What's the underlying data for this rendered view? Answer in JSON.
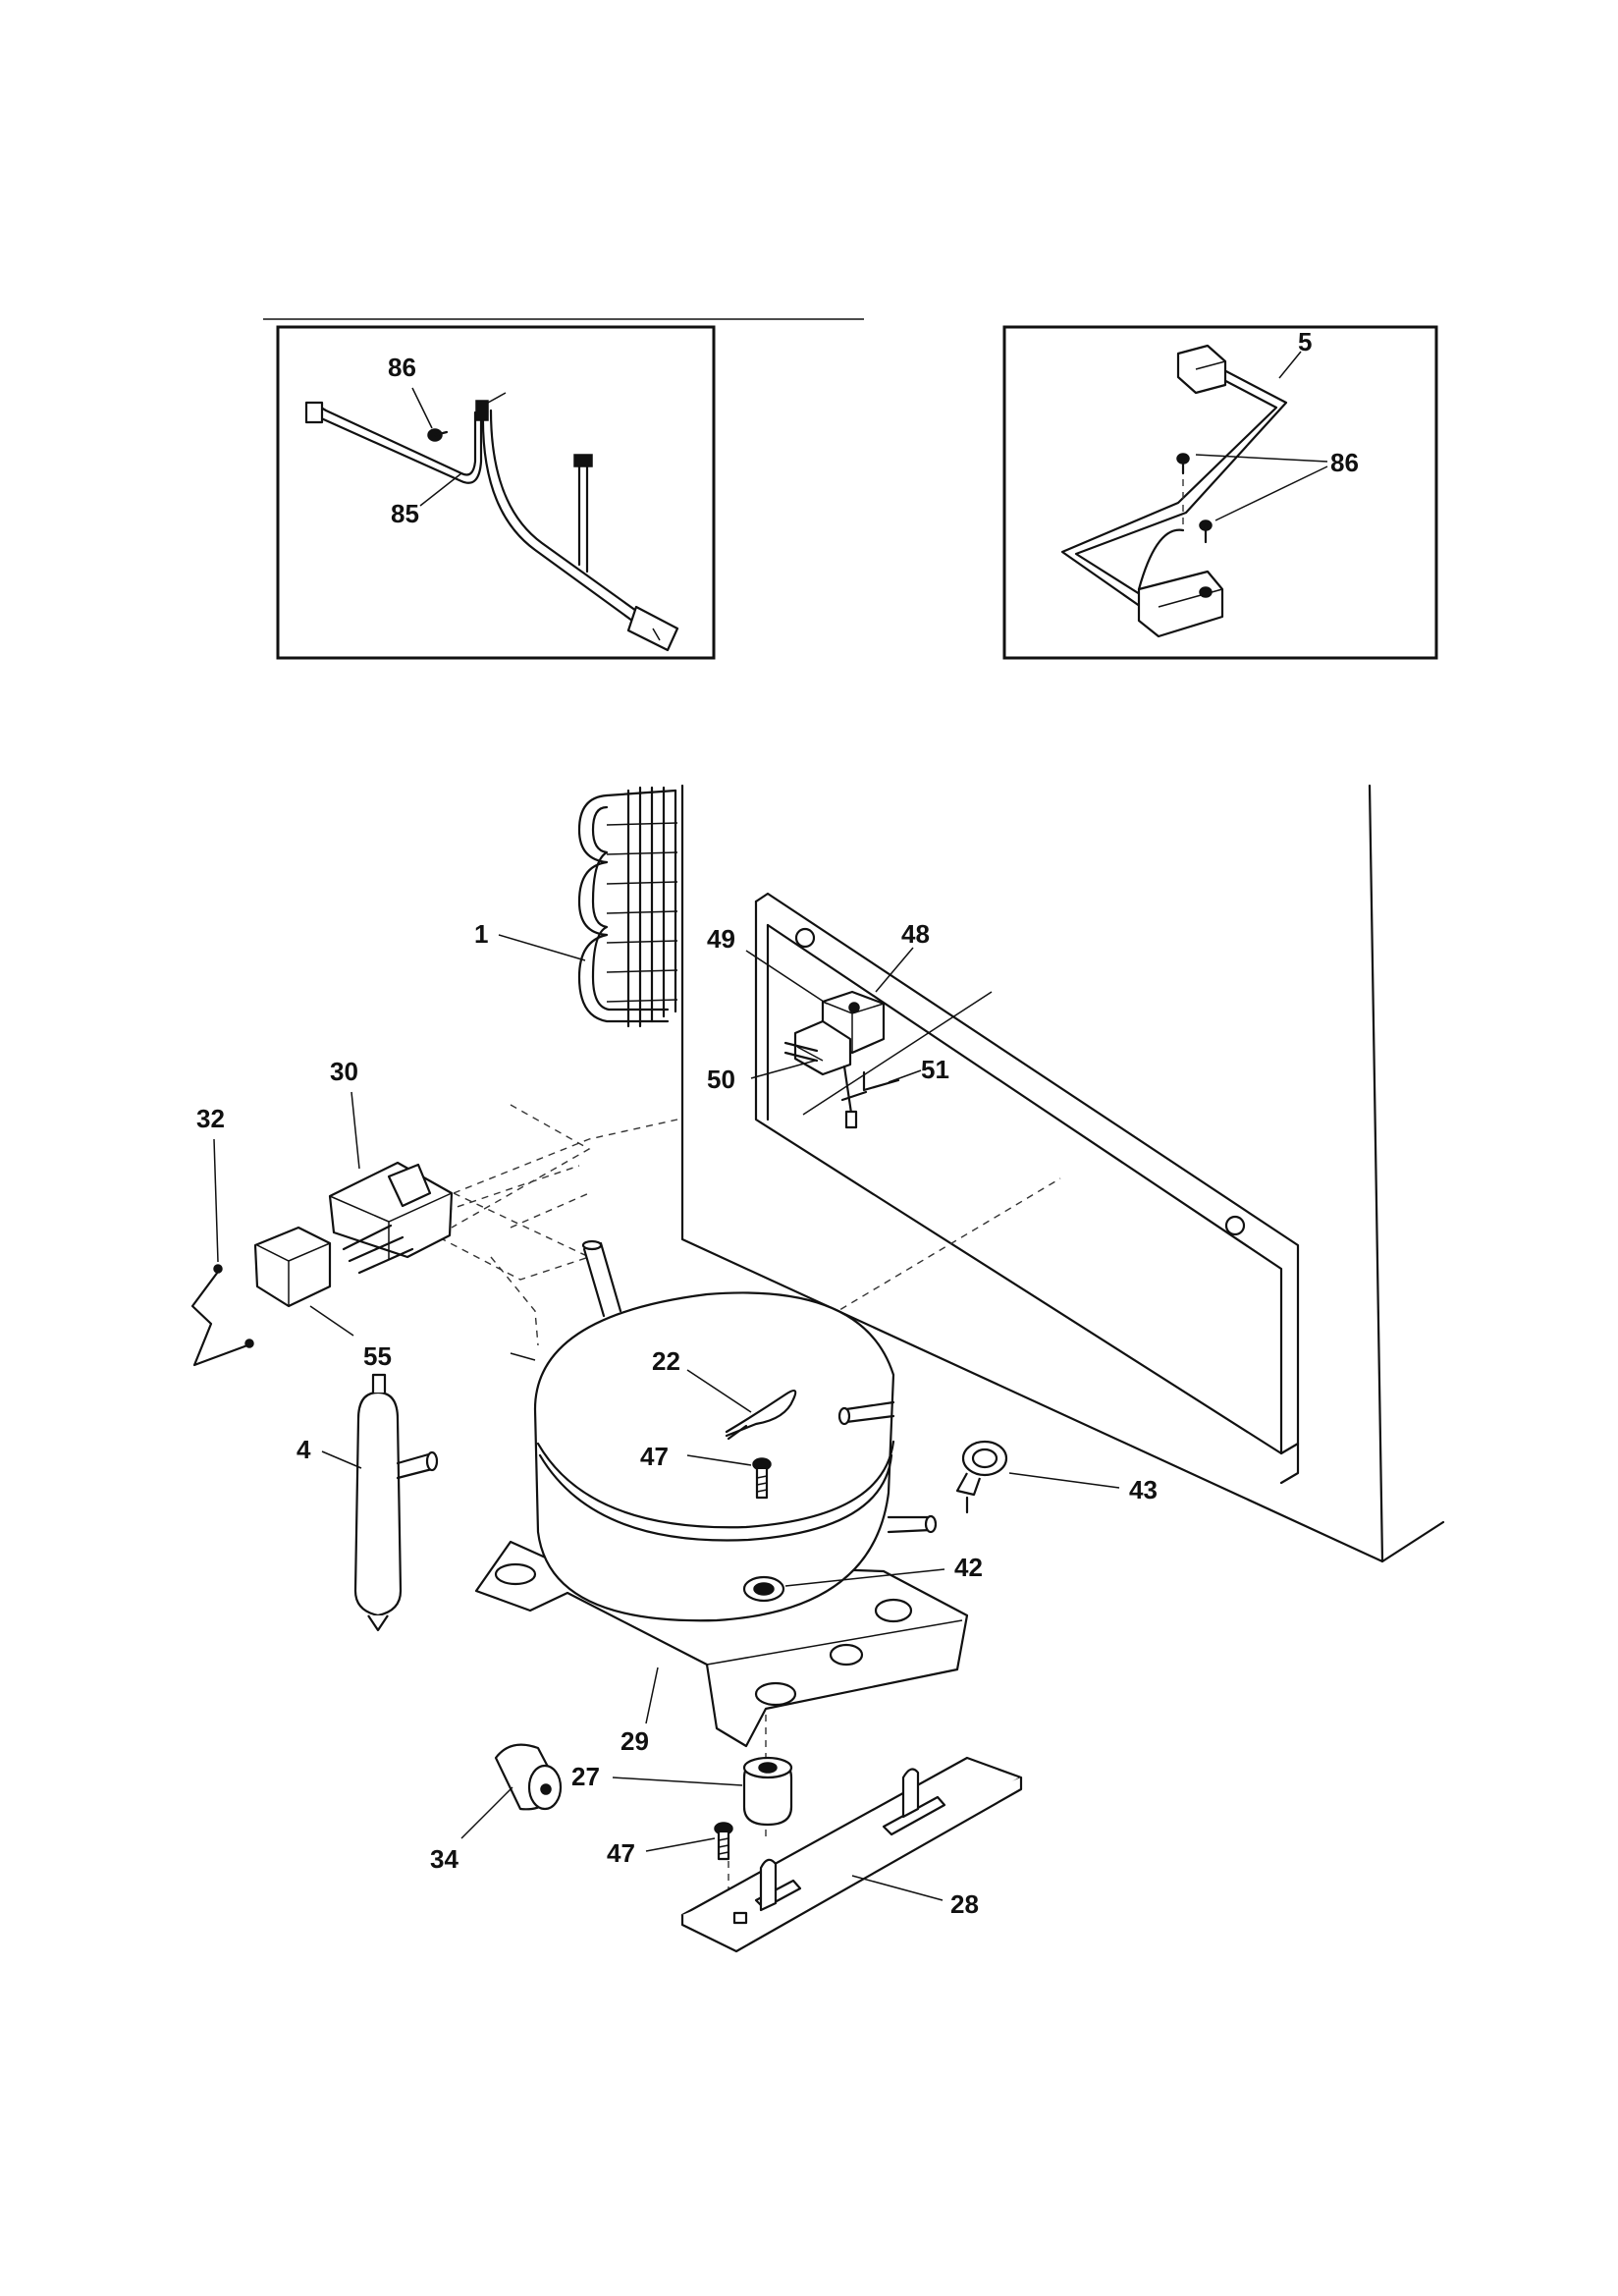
{
  "diagram": {
    "inset_left": {
      "callouts": [
        {
          "id": "86",
          "label": "86"
        },
        {
          "id": "85",
          "label": "85"
        }
      ]
    },
    "inset_right": {
      "callouts": [
        {
          "id": "5",
          "label": "5"
        },
        {
          "id": "86",
          "label": "86"
        }
      ]
    },
    "main": {
      "callouts": [
        {
          "id": "1",
          "label": "1"
        },
        {
          "id": "49",
          "label": "49"
        },
        {
          "id": "48",
          "label": "48"
        },
        {
          "id": "30",
          "label": "30"
        },
        {
          "id": "50",
          "label": "50"
        },
        {
          "id": "51",
          "label": "51"
        },
        {
          "id": "32",
          "label": "32"
        },
        {
          "id": "55",
          "label": "55"
        },
        {
          "id": "22",
          "label": "22"
        },
        {
          "id": "4",
          "label": "4"
        },
        {
          "id": "47a",
          "label": "47"
        },
        {
          "id": "43",
          "label": "43"
        },
        {
          "id": "42",
          "label": "42"
        },
        {
          "id": "29",
          "label": "29"
        },
        {
          "id": "27",
          "label": "27"
        },
        {
          "id": "34",
          "label": "34"
        },
        {
          "id": "47b",
          "label": "47"
        },
        {
          "id": "28",
          "label": "28"
        }
      ]
    }
  }
}
